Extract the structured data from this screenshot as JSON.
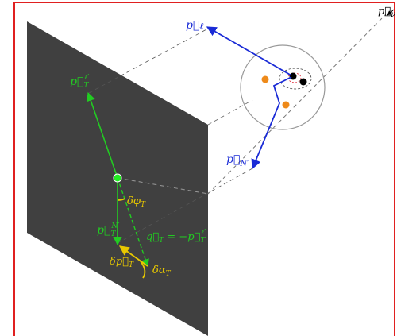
{
  "diagram": {
    "labels": {
      "p_nu": "p⃗ν",
      "p_e": "p⃗e",
      "p_nprime": "p⃗N′",
      "p_T_ell": "p⃗Tℓ′",
      "p_T_N": "p⃗TN′",
      "delta_phi_T": "δφT",
      "q_T_eq": "q⃗T = −p⃗Tℓ′",
      "delta_p_T": "δp⃗T",
      "delta_alpha_T": "δαT"
    },
    "colors": {
      "frame": "#e02020",
      "plane": "#404040",
      "green": "#22cc22",
      "blue": "#1a2bd6",
      "yellow": "#e8c800",
      "orange": "#ee8a1a",
      "red": "#e02030",
      "black": "#000000",
      "dashed": "#777777",
      "circle": "#999999"
    }
  }
}
